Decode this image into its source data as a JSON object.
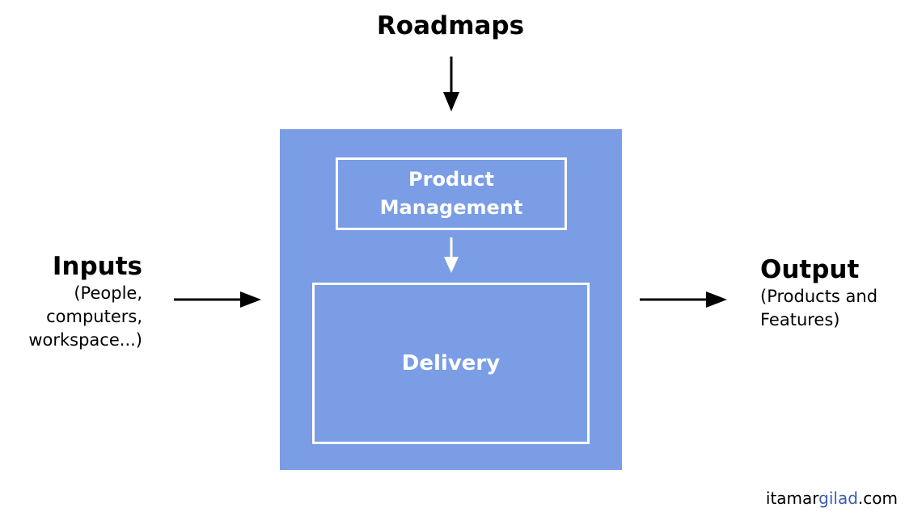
{
  "diagram": {
    "top_label": "Roadmaps",
    "container": {
      "fill_color": "#7a9de6",
      "boxes": [
        {
          "label_line1": "Product",
          "label_line2": "Management"
        },
        {
          "label": "Delivery"
        }
      ]
    },
    "inputs": {
      "title": "Inputs",
      "subtitle": "(People,\ncomputers,\nworkspace...)"
    },
    "output": {
      "title": "Output",
      "subtitle": "(Products and\nFeatures)"
    },
    "arrows": {
      "color_dark": "#000000",
      "color_light": "#ffffff"
    }
  },
  "credit": {
    "prefix": "itamar",
    "accent": "gilad",
    "suffix": ".com",
    "accent_color": "#3a5fb0"
  }
}
